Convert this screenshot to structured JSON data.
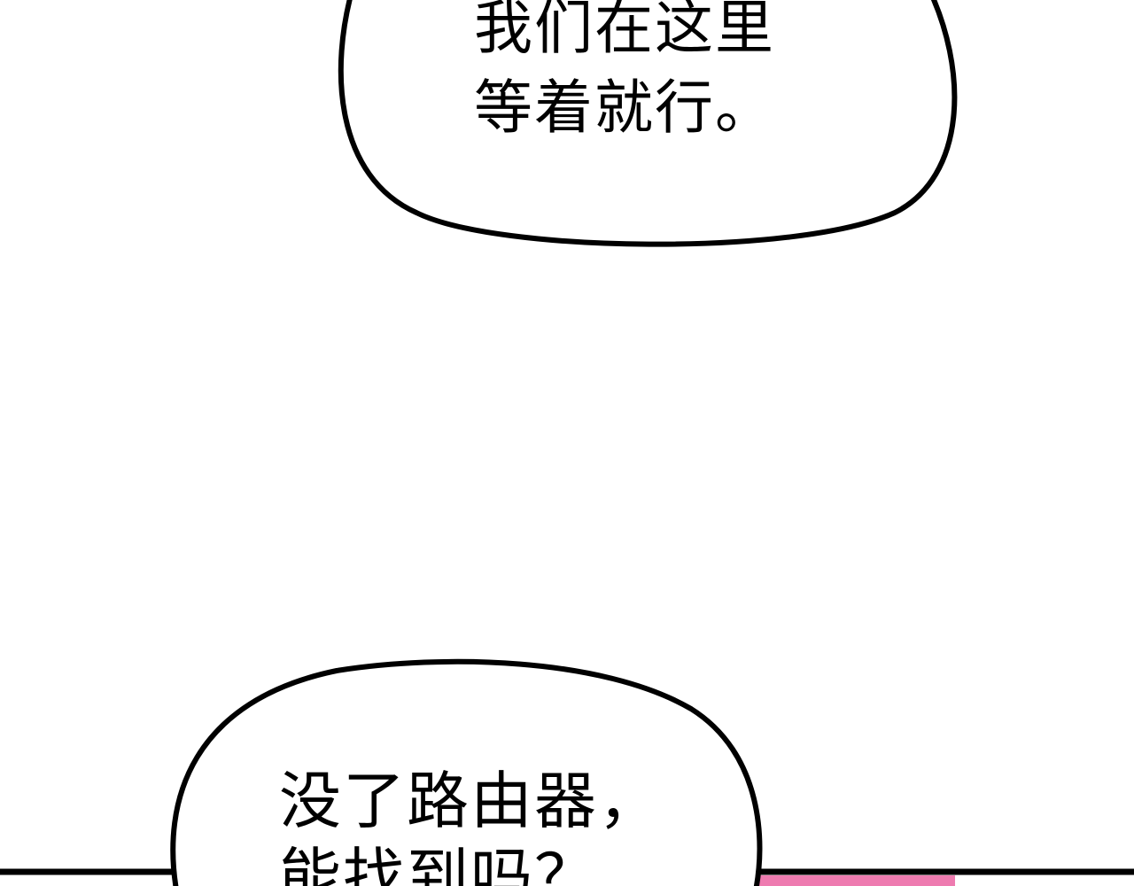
{
  "bubble_top": {
    "lines": [
      "我们在这里",
      "等着就行。"
    ]
  },
  "bubble_bottom": {
    "lines": [
      "没了路由器，",
      "能找到吗？"
    ]
  },
  "colors": {
    "ink": "#000000",
    "panel_fill": "#ee7bb0",
    "background": "#ffffff"
  }
}
